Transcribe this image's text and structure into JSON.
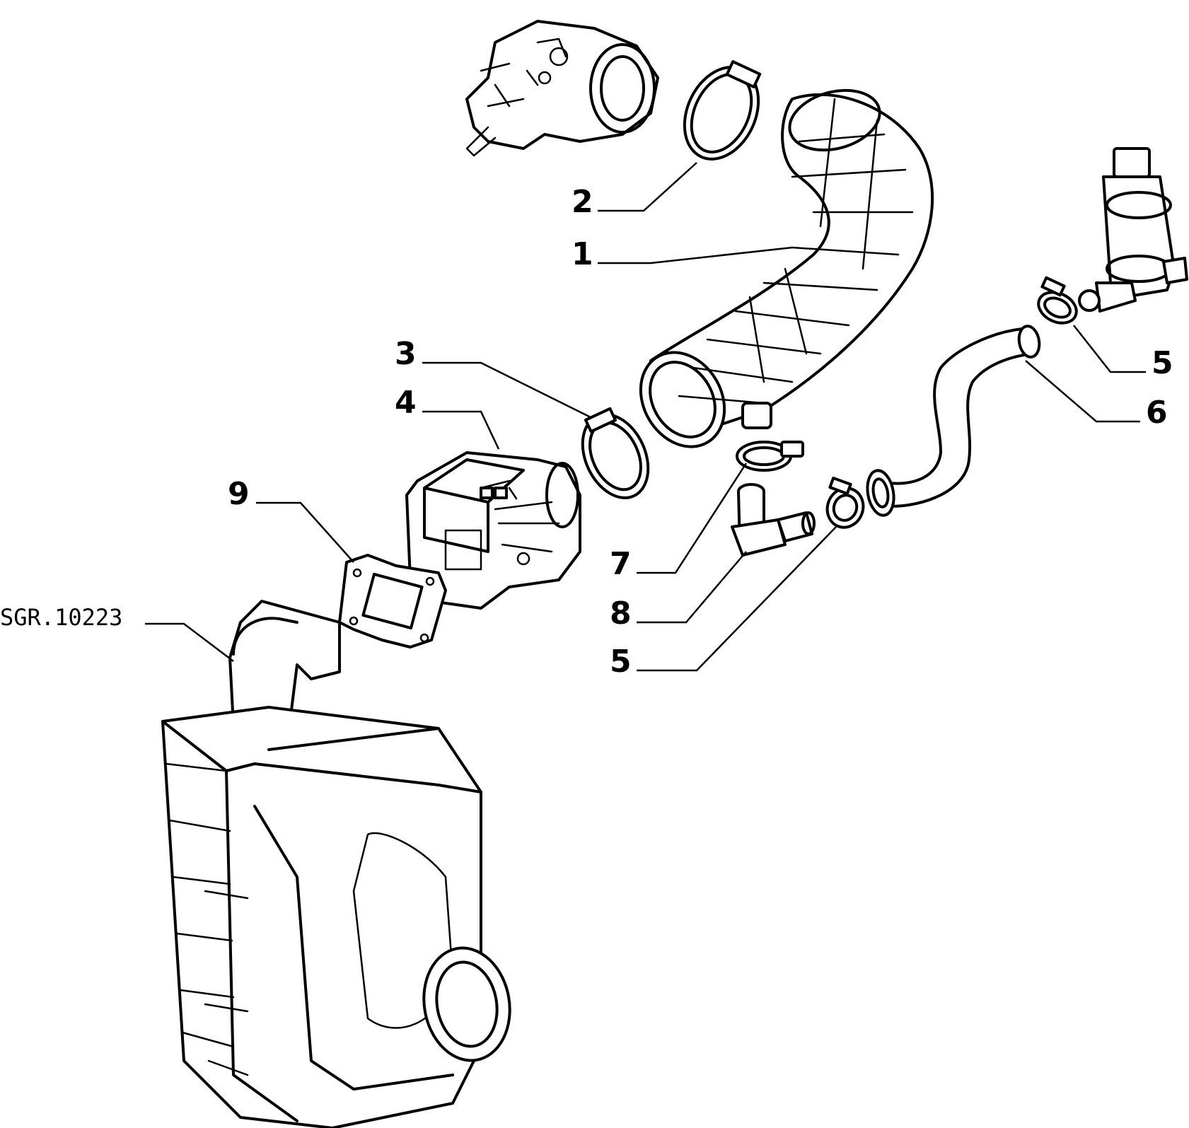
{
  "callouts": {
    "c1": "1",
    "c2": "2",
    "c3": "3",
    "c4": "4",
    "c5_top": "5",
    "c5_bottom": "5",
    "c6": "6",
    "c7": "7",
    "c8": "8",
    "c9": "9"
  },
  "reference_code": "SGR.10223"
}
